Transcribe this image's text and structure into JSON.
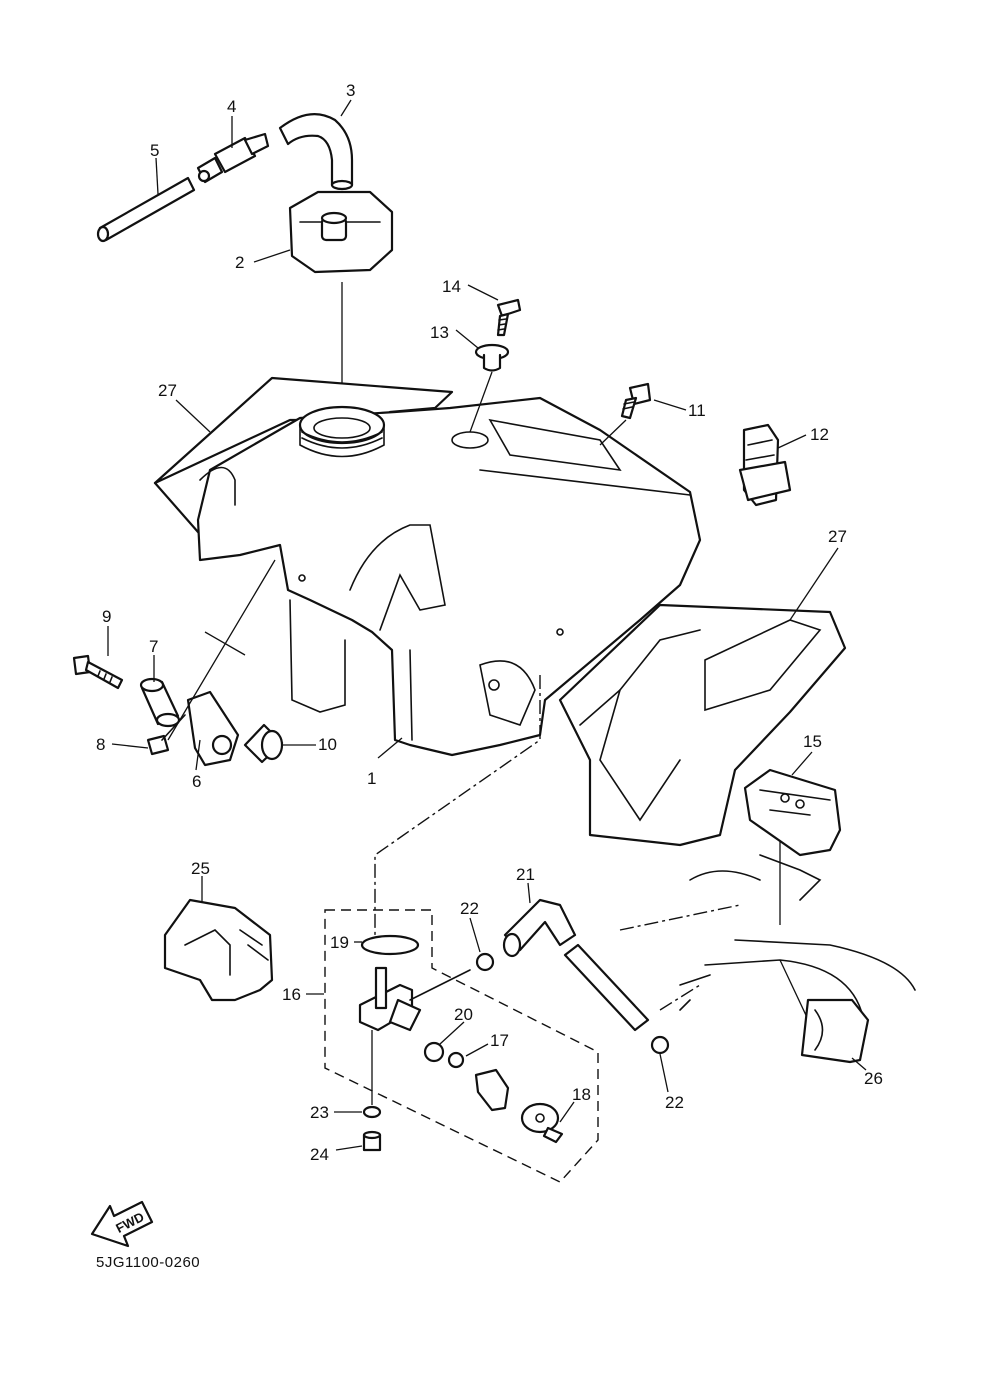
{
  "diagram": {
    "code": "5JG1100-0260",
    "forward_label": "FWD",
    "callouts": [
      "1",
      "2",
      "3",
      "4",
      "5",
      "6",
      "7",
      "8",
      "9",
      "10",
      "11",
      "12",
      "13",
      "14",
      "15",
      "16",
      "17",
      "18",
      "19",
      "20",
      "21",
      "22",
      "22",
      "23",
      "24",
      "25",
      "26",
      "27",
      "27"
    ]
  }
}
